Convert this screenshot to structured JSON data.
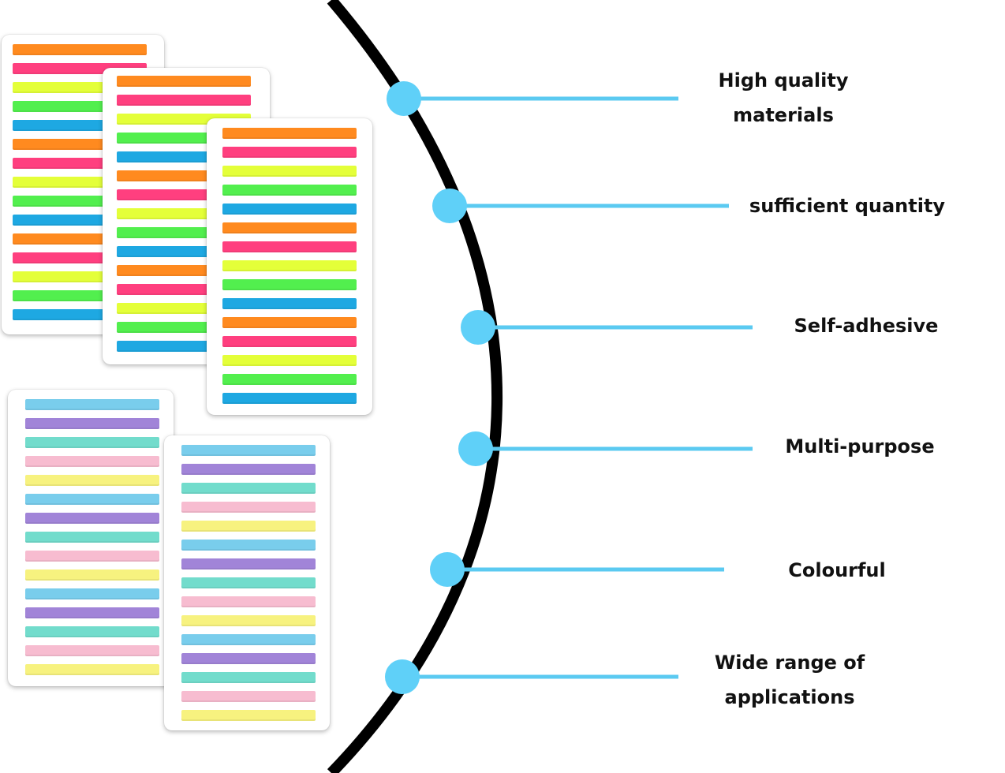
{
  "features": [
    {
      "lines": [
        "High quality",
        "materials"
      ]
    },
    {
      "lines": [
        "sufficient quantity"
      ]
    },
    {
      "lines": [
        "Self-adhesive"
      ]
    },
    {
      "lines": [
        "Multi-purpose"
      ]
    },
    {
      "lines": [
        "Colourful"
      ]
    },
    {
      "lines": [
        "Wide range of",
        "applications"
      ]
    }
  ],
  "colors": {
    "arc": "#000000",
    "connector": "#5bcaf1",
    "node": "#5fd0f8",
    "neon_palette": [
      "#ff8a1f",
      "#ff3f7f",
      "#e4ff39",
      "#52ef4e",
      "#1ea8e2"
    ],
    "pastel_palette": [
      "#79cdec",
      "#a184d8",
      "#72dccc",
      "#f7bcd0",
      "#f7f27f"
    ]
  },
  "illustration": {
    "card_sets": [
      {
        "palette": "neon_palette",
        "strips": 15
      },
      {
        "palette": "neon_palette",
        "strips": 15
      },
      {
        "palette": "neon_palette",
        "strips": 15
      },
      {
        "palette": "pastel_palette",
        "strips": 15
      },
      {
        "palette": "pastel_palette",
        "strips": 15
      }
    ]
  }
}
